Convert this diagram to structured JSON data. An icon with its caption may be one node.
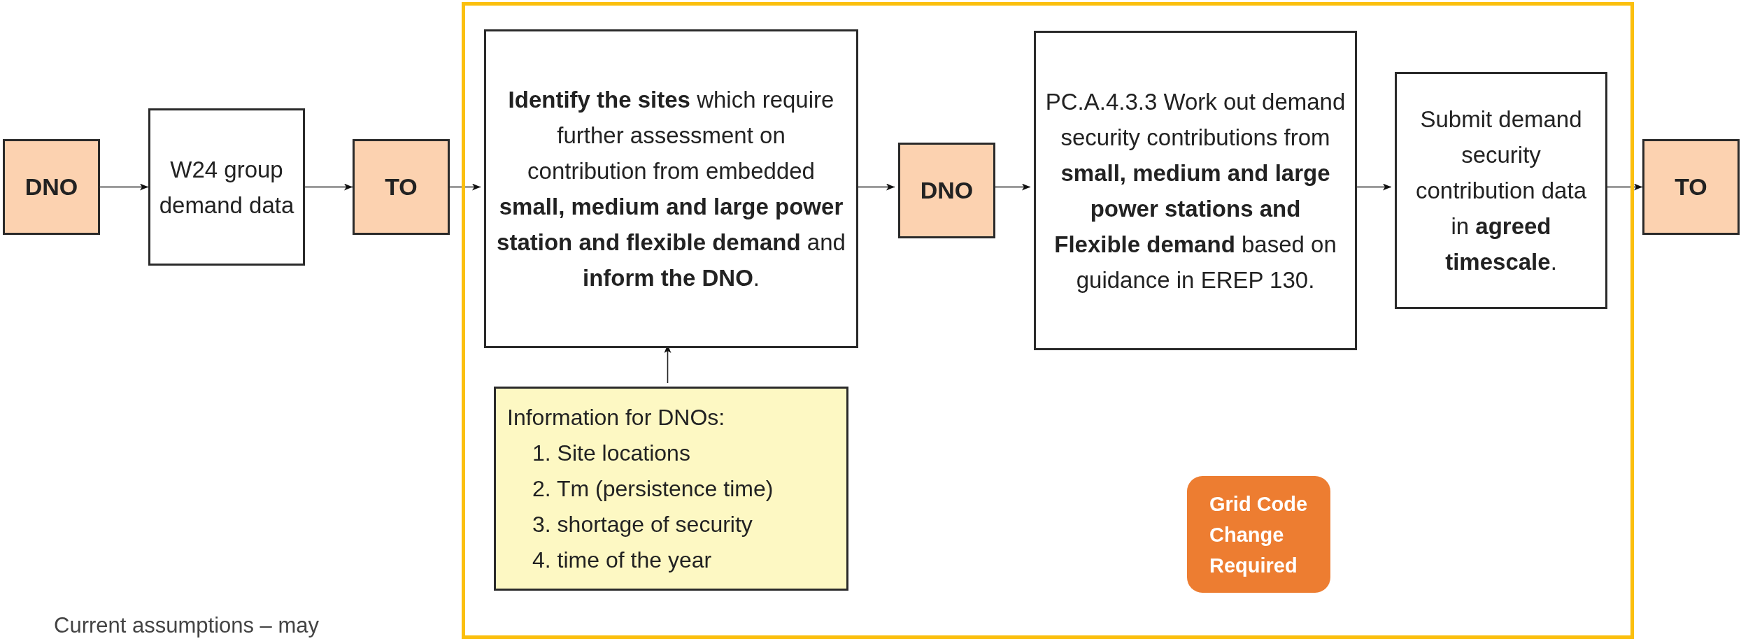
{
  "diagram": {
    "nodes": [
      {
        "text": [],
        "shape": "box"
      },
      {
        "text": [
          "DNO"
        ]
      },
      {
        "text": [
          "W24 group demand data"
        ]
      },
      {
        "text": [
          "TO"
        ]
      },
      {
        "text": [
          "**Identify the sites** which require further assessment on contribution from embedded **small, medium and large power station and flexible demand** and **inform the DNO**."
        ],
        "in": 0
      },
      {
        "text": [
          "Information for DNOs:",
          "1. Site locations",
          "2. Tm (persistence time)",
          "3. shortage of security",
          "4. time of the year"
        ],
        "in": 0
      },
      {
        "text": [
          "DNO"
        ],
        "in": 0
      },
      {
        "text": [
          "PC.A.4.3.3 Work out demand security contributions from **small, medium and large power stations and Flexible demand** based on guidance in EREP 130."
        ],
        "in": 0
      },
      {
        "text": [
          "Submit demand security contribution data in **agreed timescale**."
        ],
        "in": 0
      },
      {
        "text": [
          "TO"
        ]
      },
      {
        "text": [
          "Grid Code Change Required"
        ],
        "in": 0
      }
    ],
    "edges": [
      {
        "from": 1,
        "to": 2,
        "arrow": "to"
      },
      {
        "from": 2,
        "to": 3,
        "arrow": "to"
      },
      {
        "from": 3,
        "to": 4,
        "arrow": "to"
      },
      {
        "from": 5,
        "to": 4,
        "arrow": "to"
      },
      {
        "from": 4,
        "to": 6,
        "arrow": "to"
      },
      {
        "from": 6,
        "to": 7,
        "arrow": "to"
      },
      {
        "from": 7,
        "to": 8,
        "arrow": "to"
      },
      {
        "from": 8,
        "to": 9,
        "arrow": "to"
      }
    ],
    "labels": [
      "Current assumptions – may"
    ]
  }
}
